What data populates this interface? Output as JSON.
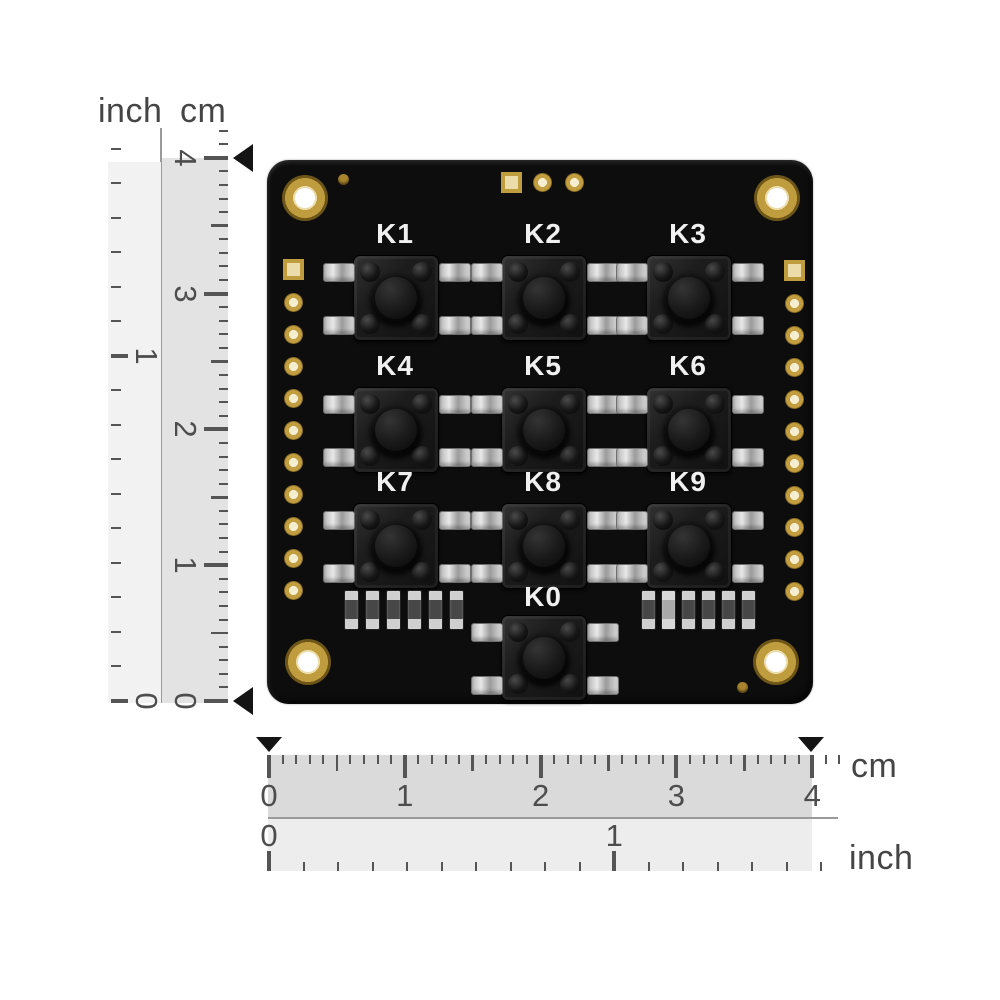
{
  "rulers": {
    "vertical": {
      "inch_title": "inch",
      "cm_title": "cm",
      "cm_values": [
        "0",
        "1",
        "2",
        "3",
        "4"
      ],
      "inch_values": [
        "0",
        "1"
      ]
    },
    "horizontal": {
      "cm_title": "cm",
      "inch_title": "inch",
      "cm_values": [
        "0",
        "1",
        "2",
        "3",
        "4"
      ],
      "inch_values": [
        "0",
        "1"
      ]
    }
  },
  "board": {
    "buttons": [
      {
        "label": "K1",
        "row": 0,
        "col": 0
      },
      {
        "label": "K2",
        "row": 0,
        "col": 1
      },
      {
        "label": "K3",
        "row": 0,
        "col": 2
      },
      {
        "label": "K4",
        "row": 1,
        "col": 0
      },
      {
        "label": "K5",
        "row": 1,
        "col": 1
      },
      {
        "label": "K6",
        "row": 1,
        "col": 2
      },
      {
        "label": "K7",
        "row": 2,
        "col": 0
      },
      {
        "label": "K8",
        "row": 2,
        "col": 1
      },
      {
        "label": "K9",
        "row": 2,
        "col": 2
      },
      {
        "label": "K0",
        "row": 3,
        "col": 1
      }
    ]
  },
  "colors": {
    "gold": "#bf9c3e",
    "board_black": "#0d0d0d",
    "silver": "#cfcfcf",
    "button_label": "#f0f0f0",
    "ruler_text": "#4d4d4d",
    "ruler_bg_cm": "#e3e3e3",
    "ruler_bg_inch": "#f2f2f2",
    "marker_arrow": "#141414"
  }
}
